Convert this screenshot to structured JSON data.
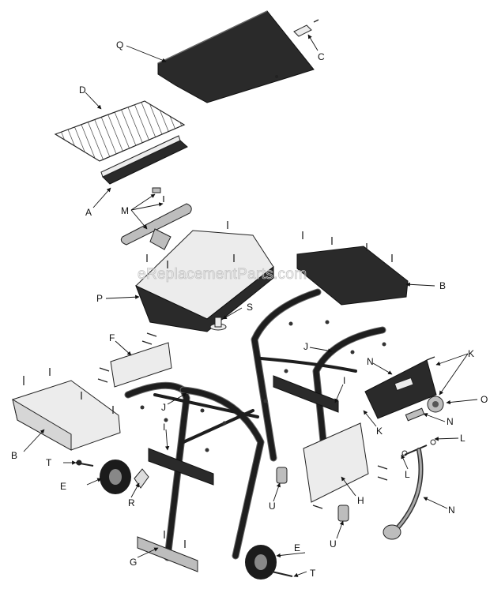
{
  "watermark": "eReplacementParts.com",
  "labels": {
    "Q": "Q",
    "C": "C",
    "D": "D",
    "A": "A",
    "M": "M",
    "P": "P",
    "S": "S",
    "F": "F",
    "J": "J",
    "I": "I",
    "K": "K",
    "N": "N",
    "O": "O",
    "L": "L",
    "H": "H",
    "U": "U",
    "G": "G",
    "E": "E",
    "T": "T",
    "R": "R",
    "B": "B"
  }
}
